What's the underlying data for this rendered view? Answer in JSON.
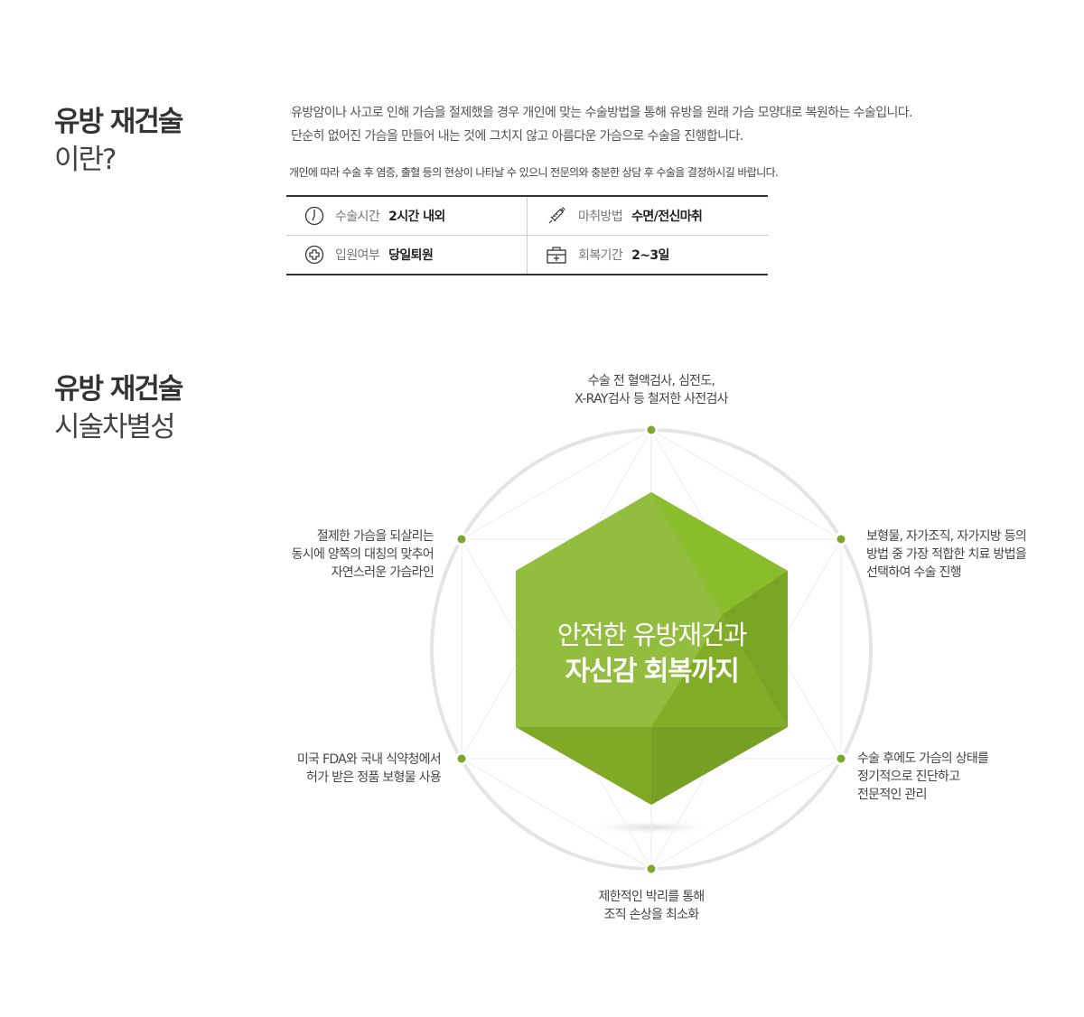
{
  "section1": {
    "title_bold": "유방 재건술",
    "title_light": "이란?",
    "desc_lines": [
      "유방암이나 사고로 인해 가슴을 절제했을 경우 개인에 맞는 수술방법을 통해 유방을 원래 가슴 모양대로 복원하는 수술입니다.",
      "단순히 없어진 가슴을 만들어 내는 것에 그치지 않고 아름다운 가슴으로 수술을 진행합니다."
    ],
    "note": "개인에 따라 수술 후 염증, 출혈 등의 현상이 나타날 수 있으니 전문의와 충분한 상담 후 수술을 결정하시길 바랍니다.",
    "info": [
      {
        "icon": "clock-icon",
        "label": "수술시간",
        "value": "2시간 내외"
      },
      {
        "icon": "syringe-icon",
        "label": "마취방법",
        "value": "수면/전신마취"
      },
      {
        "icon": "hospital-cross-icon",
        "label": "입원여부",
        "value": "당일퇴원"
      },
      {
        "icon": "medical-kit-icon",
        "label": "회복기간",
        "value": "2~3일"
      }
    ]
  },
  "section2": {
    "title_bold": "유방 재건술",
    "title_light": "시술차별성",
    "center_line1": "안전한 유방재건과",
    "center_line2": "자신감 회복까지",
    "points": [
      {
        "lines": [
          "수술 전 혈액검사, 심전도,",
          "X-RAY검사 등 철저한 사전검사"
        ]
      },
      {
        "lines": [
          "보형물, 자가조직, 자가지방 등의",
          "방법 중 가장 적합한 치료 방법을",
          "선택하여 수술 진행"
        ]
      },
      {
        "lines": [
          "수술 후에도 가슴의 상태를",
          "정기적으로 진단하고",
          "전문적인 관리"
        ]
      },
      {
        "lines": [
          "제한적인 박리를 통해",
          "조직 손상을 최소화"
        ]
      },
      {
        "lines": [
          "미국 FDA와 국내 식약청에서",
          "허가 받은 정품 보형물 사용"
        ]
      },
      {
        "lines": [
          "절제한 가슴을 되살리는",
          "동시에 양쪽의 대칭의 맞추어",
          "자연스러운 가슴라인"
        ]
      }
    ]
  },
  "colors": {
    "accent": "#7cb02b",
    "dot": "#7aa82c",
    "ring": "#e4e4e4"
  }
}
